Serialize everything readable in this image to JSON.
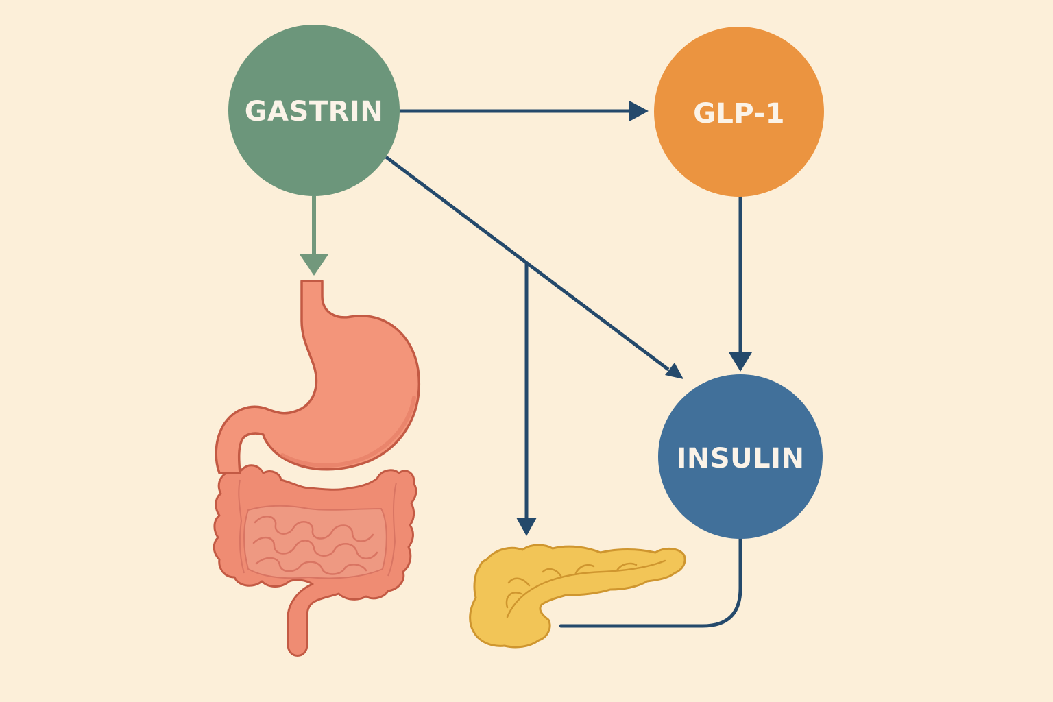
{
  "colors": {
    "background": "#fcefd9",
    "arrow_dark": "#24496b",
    "arrow_green": "#72987c",
    "node_text": "#fbf3e8",
    "stomach_fill": "#f3957a",
    "organ_outline": "#c35a44",
    "intestine_fill": "#ef8c73",
    "intestine_detail": "#d97563",
    "pancreas_fill": "#f2c557",
    "pancreas_outline": "#cf962f"
  },
  "nodes": {
    "gastrin": {
      "label": "GASTRIN",
      "color": "#6c967b"
    },
    "glp1": {
      "label": "GLP-1",
      "color": "#eb9440"
    },
    "insulin": {
      "label": "INSULIN",
      "color": "#41709a"
    }
  },
  "organs": {
    "digestive_tract": "stomach-and-intestines-illustration",
    "pancreas": "pancreas-illustration"
  }
}
